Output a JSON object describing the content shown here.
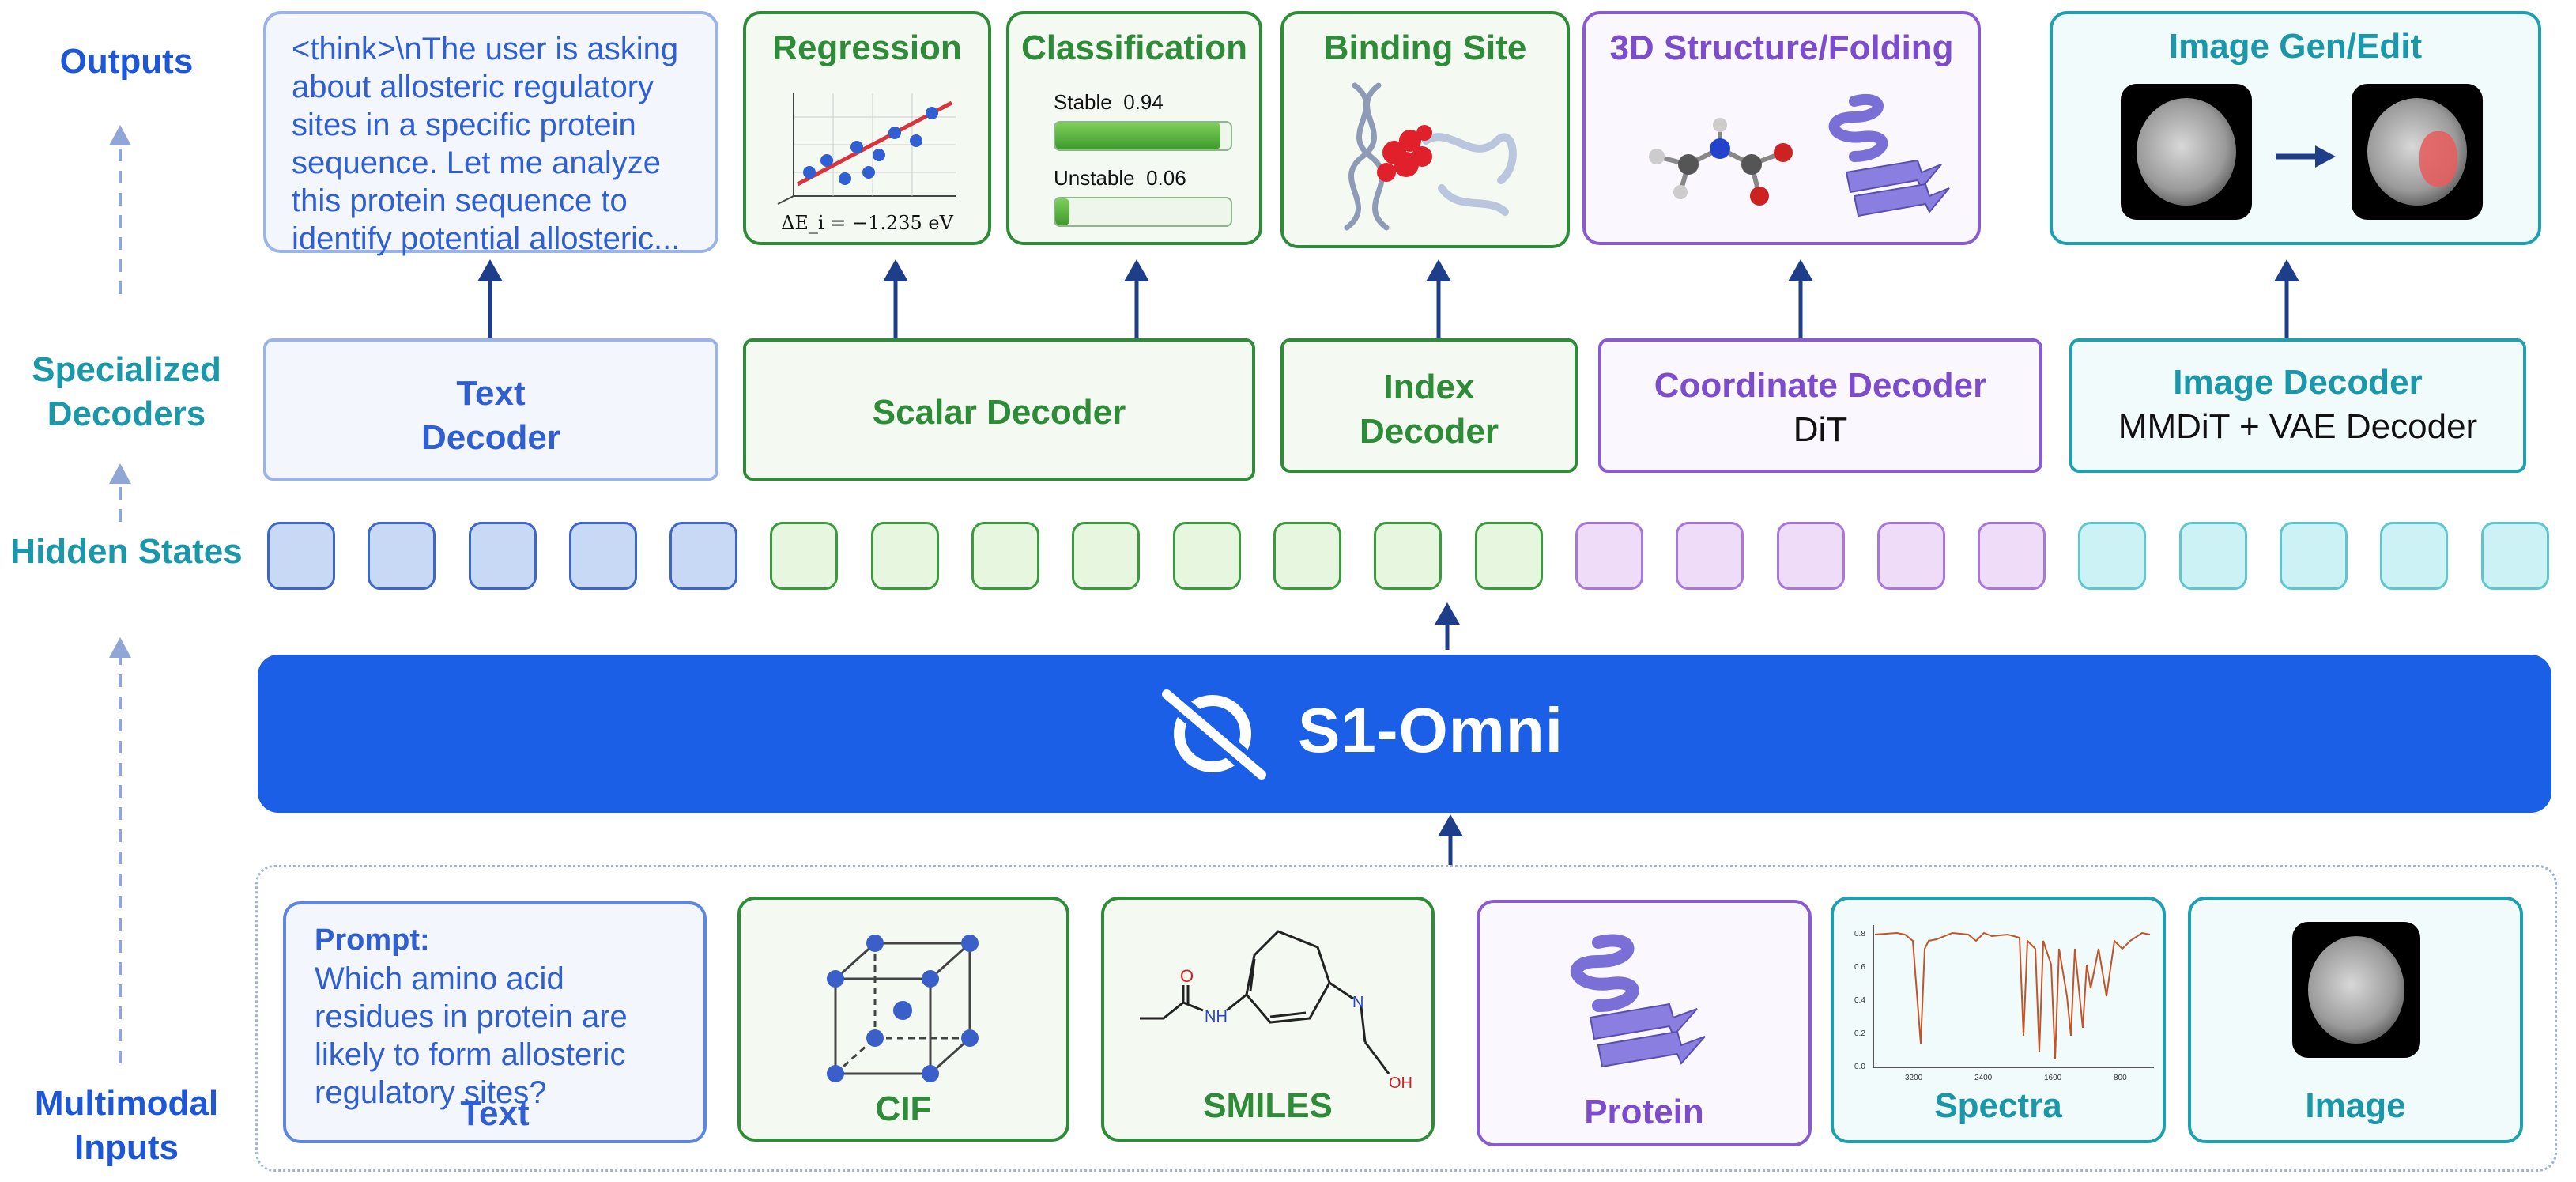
{
  "side_labels": {
    "outputs": "Outputs",
    "decoders": "Specialized Decoders",
    "hidden": "Hidden States",
    "inputs": "Multimodal Inputs"
  },
  "outputs": {
    "text_reasoning": "<think>\\nThe user is asking about allosteric regulatory sites in a specific protein sequence. Let me analyze this protein sequence to identify potential allosteric...",
    "regression": {
      "title": "Regression",
      "caption": "ΔE_i = −1.235 eV"
    },
    "classification": {
      "title": "Classification",
      "items": [
        {
          "label": "Stable",
          "score": "0.94",
          "fraction": 0.94
        },
        {
          "label": "Unstable",
          "score": "0.06",
          "fraction": 0.06
        }
      ]
    },
    "binding_site": {
      "title": "Binding Site"
    },
    "structure": {
      "title": "3D Structure/Folding"
    },
    "image_gen": {
      "title": "Image Gen/Edit"
    }
  },
  "decoders": {
    "text": "Text Decoder",
    "scalar": "Scalar Decoder",
    "index": "Index Decoder",
    "coordinate": {
      "name": "Coordinate Decoder",
      "sub": "DiT"
    },
    "image": {
      "name": "Image Decoder",
      "sub": "MMDiT + VAE Decoder"
    }
  },
  "model": {
    "name": "S1-Omni"
  },
  "inputs": {
    "text": {
      "prompt_label": "Prompt:",
      "prompt": "Which amino acid residues in protein are likely to form allosteric regulatory sites?",
      "label": "Text"
    },
    "cif": "CIF",
    "smiles": {
      "label": "SMILES",
      "atom_o": "O",
      "atom_nh": "NH",
      "atom_n": "N",
      "atom_oh": "OH"
    },
    "protein": "Protein",
    "spectra": {
      "label": "Spectra",
      "x_ticks": [
        "3200",
        "2400",
        "1600",
        "800"
      ],
      "y_ticks": [
        "0.8",
        "0.6",
        "0.4",
        "0.2",
        "0.0"
      ]
    },
    "image": "Image"
  },
  "colors": {
    "blue_text": "#2f5fd0",
    "green_text": "#2e8b38",
    "purple_text": "#7c4ccc",
    "teal_text": "#1a97a8",
    "model_fill": "#1a5fe6",
    "arrow": "#1f3e8a"
  }
}
